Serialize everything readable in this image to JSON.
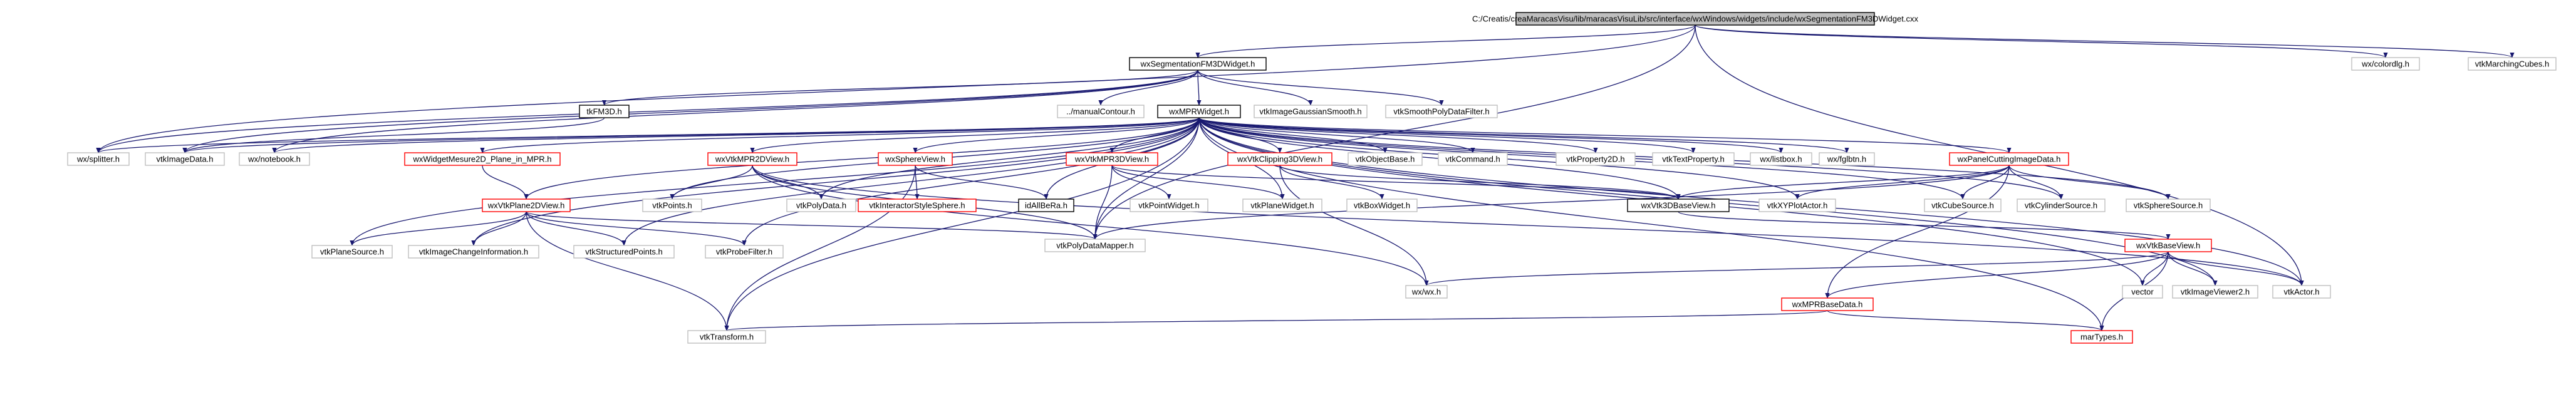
{
  "colors": {
    "edge": "#191970",
    "node_border": "#bfbfbf",
    "node_border_highlight": "#ff0000",
    "node_border_dark": "#000000",
    "root_fill": "#bfbfbf"
  },
  "nodes": [
    {
      "id": "root",
      "label": "C:/Creatis/creaMaracasVisu/lib/maracasVisuLib/src/interface/wxWindows/widgets/include/wxSegmentationFM3DWidget.cxx"
    },
    {
      "id": "seg",
      "label": "wxSegmentationFM3DWidget.h"
    },
    {
      "id": "colordlg",
      "label": "wx/colordlg.h"
    },
    {
      "id": "march",
      "label": "vtkMarchingCubes.h"
    },
    {
      "id": "fm3d",
      "label": "tkFM3D.h"
    },
    {
      "id": "manual",
      "label": "../manualContour.h"
    },
    {
      "id": "mpr",
      "label": "wxMPRWidget.h"
    },
    {
      "id": "gauss",
      "label": "vtkImageGaussianSmooth.h"
    },
    {
      "id": "smoothpoly",
      "label": "vtkSmoothPolyDataFilter.h"
    },
    {
      "id": "splitter",
      "label": "wx/splitter.h"
    },
    {
      "id": "imagedata",
      "label": "vtkImageData.h"
    },
    {
      "id": "notebook",
      "label": "wx/notebook.h"
    },
    {
      "id": "measure",
      "label": "wxWidgetMesure2D_Plane_in_MPR.h"
    },
    {
      "id": "vtkmpr2d",
      "label": "wxVtkMPR2DView.h"
    },
    {
      "id": "sphereview",
      "label": "wxSphereView.h"
    },
    {
      "id": "vtkmpr3d",
      "label": "wxVtkMPR3DView.h"
    },
    {
      "id": "clip",
      "label": "wxVtkClipping3DView.h"
    },
    {
      "id": "objbase",
      "label": "vtkObjectBase.h"
    },
    {
      "id": "command",
      "label": "vtkCommand.h"
    },
    {
      "id": "prop2d",
      "label": "vtkProperty2D.h"
    },
    {
      "id": "textprop",
      "label": "vtkTextProperty.h"
    },
    {
      "id": "listbox",
      "label": "wx/listbox.h"
    },
    {
      "id": "fglbtn",
      "label": "wx/fglbtn.h"
    },
    {
      "id": "panelcut",
      "label": "wxPanelCuttingImageData.h"
    },
    {
      "id": "plane2d",
      "label": "wxVtkPlane2DView.h"
    },
    {
      "id": "points",
      "label": "vtkPoints.h"
    },
    {
      "id": "polydata",
      "label": "vtkPolyData.h"
    },
    {
      "id": "interactsphere",
      "label": "vtkInteractorStyleSphere.h"
    },
    {
      "id": "allbera",
      "label": "idAllBeRa.h"
    },
    {
      "id": "pointwidget",
      "label": "vtkPointWidget.h"
    },
    {
      "id": "planewidget",
      "label": "vtkPlaneWidget.h"
    },
    {
      "id": "boxwidget",
      "label": "vtkBoxWidget.h"
    },
    {
      "id": "vtk3dbase",
      "label": "wxVtk3DBaseView.h"
    },
    {
      "id": "xyplot",
      "label": "vtkXYPlotActor.h"
    },
    {
      "id": "cube",
      "label": "vtkCubeSource.h"
    },
    {
      "id": "cylinder",
      "label": "vtkCylinderSource.h"
    },
    {
      "id": "sphere",
      "label": "vtkSphereSource.h"
    },
    {
      "id": "planesource",
      "label": "vtkPlaneSource.h"
    },
    {
      "id": "imgchange",
      "label": "vtkImageChangeInformation.h"
    },
    {
      "id": "structpts",
      "label": "vtkStructuredPoints.h"
    },
    {
      "id": "probe",
      "label": "vtkProbeFilter.h"
    },
    {
      "id": "polymapper",
      "label": "vtkPolyDataMapper.h"
    },
    {
      "id": "vtkbase",
      "label": "wxVtkBaseView.h"
    },
    {
      "id": "wxh",
      "label": "wx/wx.h"
    },
    {
      "id": "vector",
      "label": "vector"
    },
    {
      "id": "viewer2",
      "label": "vtkImageViewer2.h"
    },
    {
      "id": "actor",
      "label": "vtkActor.h"
    },
    {
      "id": "mprbase",
      "label": "wxMPRBaseData.h"
    },
    {
      "id": "transform",
      "label": "vtkTransform.h"
    },
    {
      "id": "marTypes",
      "label": "marTypes.h"
    }
  ]
}
